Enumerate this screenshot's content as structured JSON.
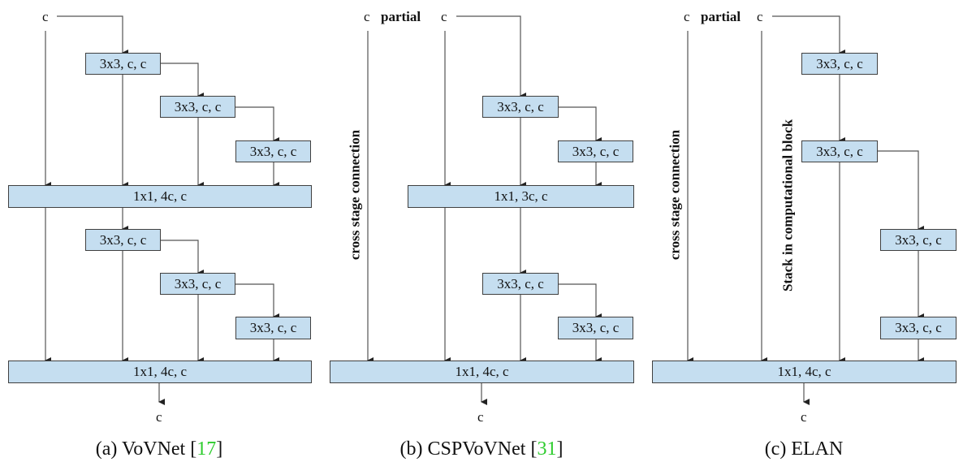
{
  "colors": {
    "box_fill": "#c5def0",
    "box_border": "#404040",
    "line": "#555555",
    "reference": "#2ecc2e"
  },
  "panels": [
    {
      "id": "a",
      "caption_prefix": "(a) VoVNet [",
      "caption_ref": "17",
      "caption_suffix": "]",
      "input_labels": [
        "c"
      ],
      "output_label": "c",
      "blocks": [
        "3x3, c, c",
        "3x3, c, c",
        "3x3, c, c",
        "1x1, 4c, c",
        "3x3, c, c",
        "3x3, c, c",
        "3x3, c, c",
        "1x1, 4c, c"
      ]
    },
    {
      "id": "b",
      "caption_prefix": "(b) CSPVoVNet [",
      "caption_ref": "31",
      "caption_suffix": "]",
      "input_labels": [
        "c",
        "partial",
        "c"
      ],
      "side_label": "cross stage connection",
      "output_label": "c",
      "blocks": [
        "3x3, c, c",
        "3x3, c, c",
        "1x1, 3c, c",
        "3x3, c, c",
        "3x3, c, c",
        "1x1, 4c, c"
      ]
    },
    {
      "id": "c",
      "caption_prefix": "(c) ELAN",
      "caption_ref": "",
      "caption_suffix": "",
      "input_labels": [
        "c",
        "partial",
        "c"
      ],
      "side_label": "cross stage connection",
      "stack_label": "Stack in computational block",
      "output_label": "c",
      "blocks": [
        "3x3, c, c",
        "3x3, c, c",
        "3x3, c, c",
        "3x3, c, c",
        "1x1, 4c, c"
      ]
    }
  ]
}
